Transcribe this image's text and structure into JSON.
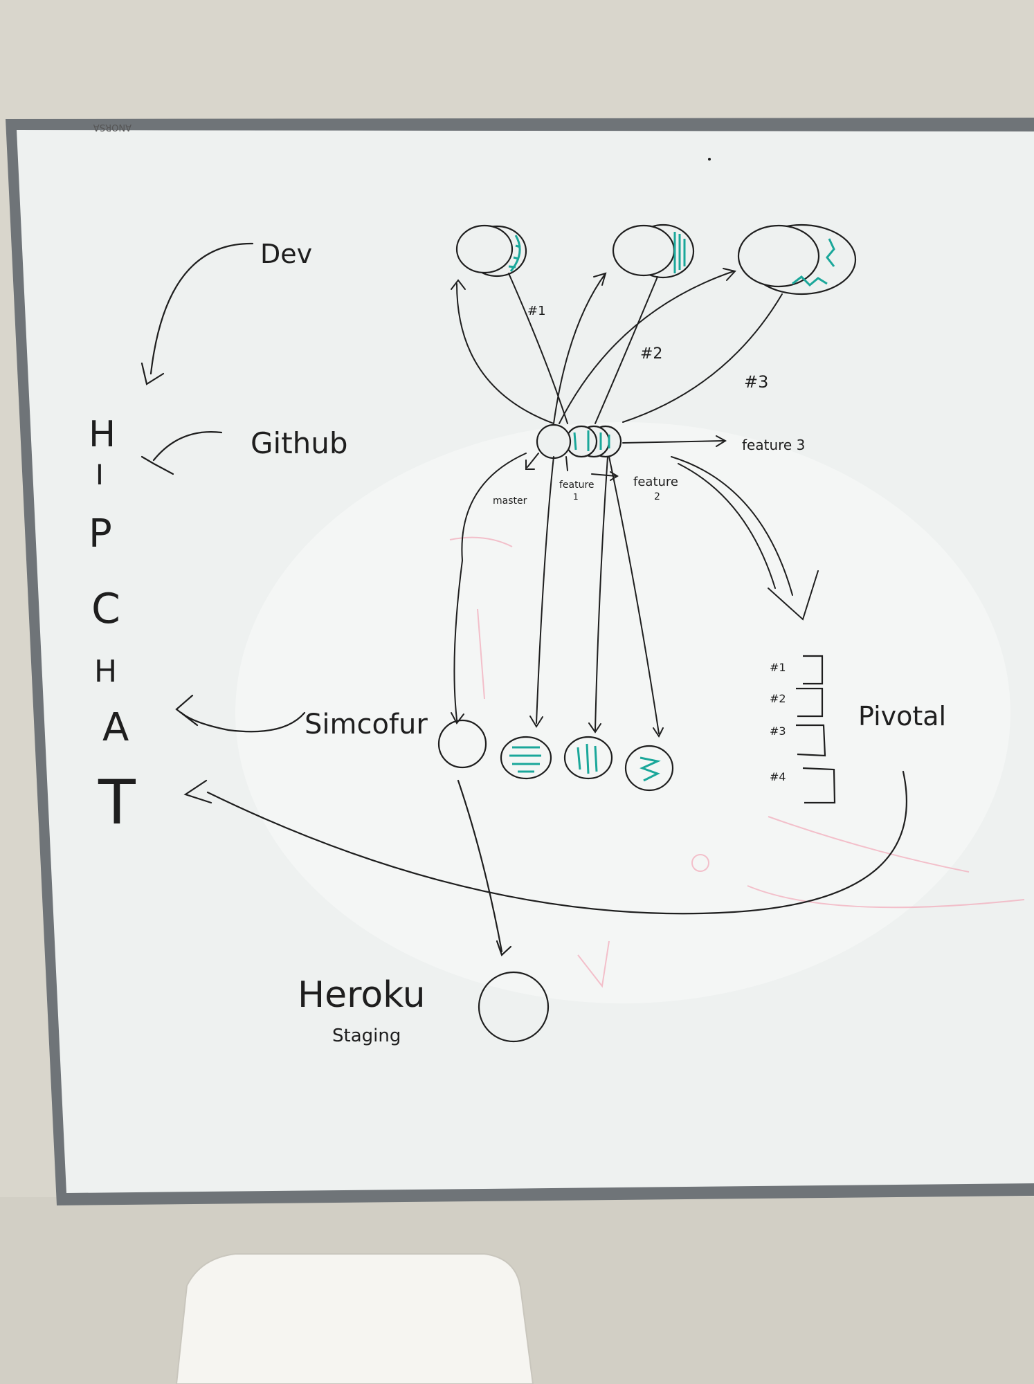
{
  "board": {
    "brand_text": "ANORSA",
    "left_column": {
      "dev": "Dev",
      "github": "Github",
      "hipchat_letters": [
        "H",
        "I",
        "P",
        "C",
        "H",
        "A",
        "T"
      ],
      "simcofur": "Simcofur",
      "heroku": "Heroku",
      "staging": "Staging"
    },
    "arrow_labels": {
      "n1": "#1",
      "n2": "#2",
      "n3": "#3"
    },
    "branch_labels": {
      "master": "master",
      "feature1": "feature",
      "feature1_num": "1",
      "feature2": "feature",
      "feature2_num": "2",
      "feature3": "feature 3"
    },
    "pivotal": {
      "title": "Pivotal",
      "items": [
        "#1",
        "#2",
        "#3",
        "#4"
      ]
    }
  },
  "colors": {
    "wall": "#d9d6cc",
    "board": "#eef1f0",
    "frame": "#6f7478",
    "ink": "#1e1e1e",
    "teal": "#1aa79a",
    "pink_ghost": "#f2a8b8"
  }
}
